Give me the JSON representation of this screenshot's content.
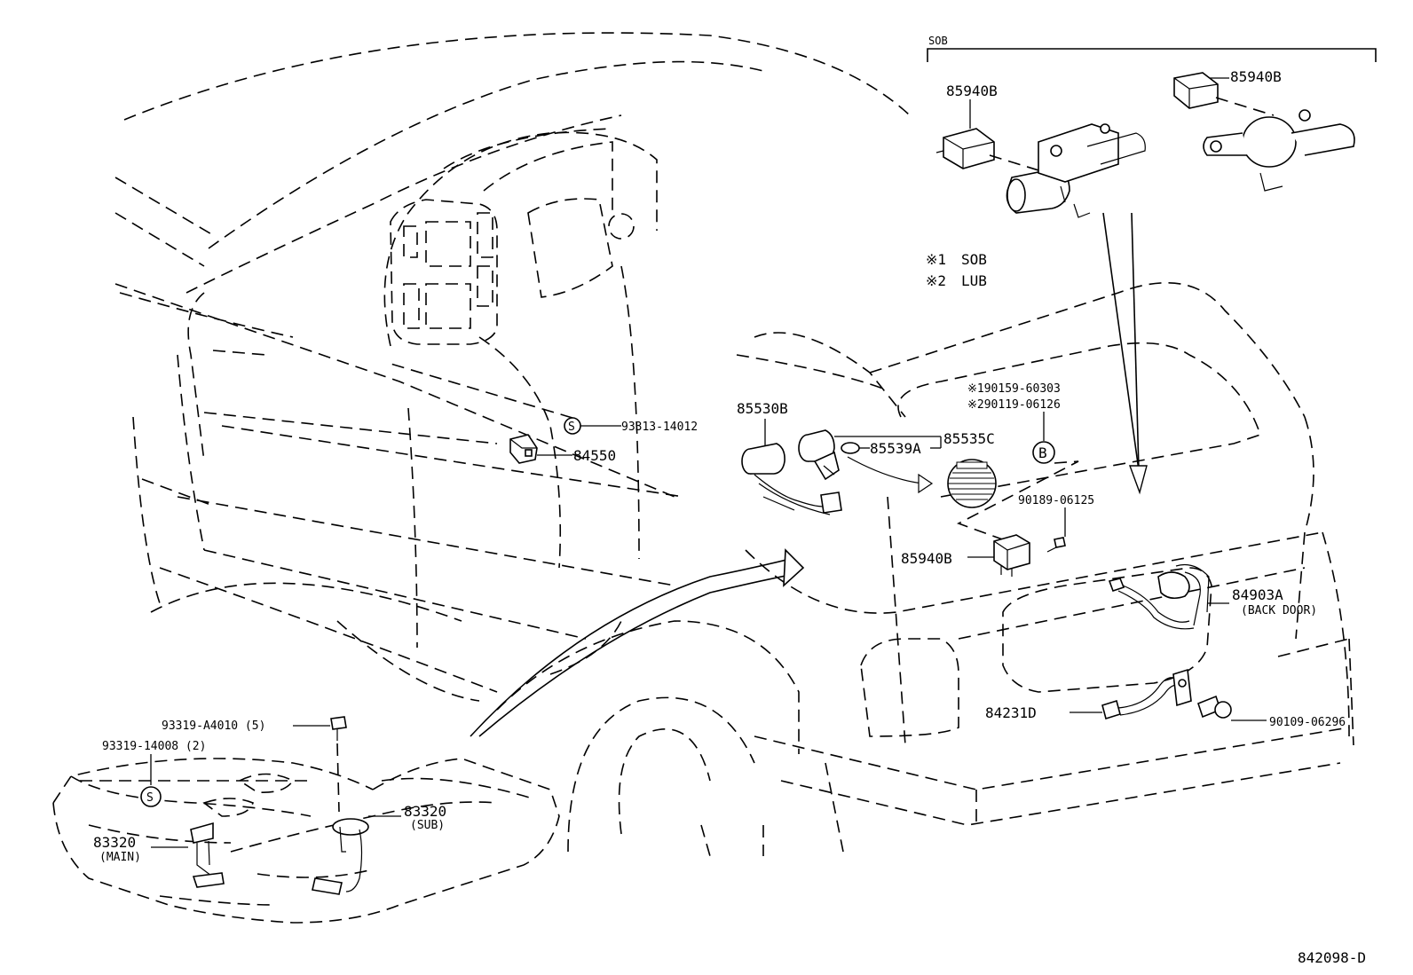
{
  "diagram_id": "842098-D",
  "sob_group_label": "SOB",
  "legend": [
    {
      "mark": "※1",
      "text": "SOB"
    },
    {
      "mark": "※2",
      "text": "LUB"
    }
  ],
  "callouts": {
    "p85940b_top_left": "85940B",
    "p85940b_top_right": "85940B",
    "p85940b_main": "85940B",
    "p93313": "93313-14012",
    "p84550": "84550",
    "p85530b": "85530B",
    "p85539a": "85539A",
    "p85535c": "85535C",
    "p90159": "※190159-60303",
    "p90119": "※290119-06126",
    "p90189": "90189-06125",
    "p84903a": "84903A",
    "p84903a_sub": "(BACK DOOR)",
    "p84231d": "84231D",
    "p90109": "90109-06296",
    "p93319a": "93319-A4010 (5)",
    "p93319b": "93319-14008 (2)",
    "p83320_sub": "83320",
    "p83320_sub_note": "(SUB)",
    "p83320_main": "83320",
    "p83320_main_note": "(MAIN)"
  },
  "symbols": {
    "s_circle_upper": "S",
    "s_circle_lower": "S",
    "b_circle": "B"
  }
}
